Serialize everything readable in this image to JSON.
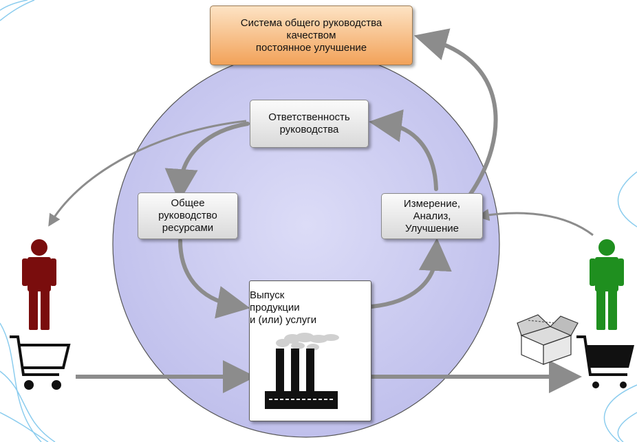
{
  "diagram": {
    "top_box": {
      "line1": "Система общего руководства",
      "line2": "качеством",
      "line3": "постоянное улучшение"
    },
    "responsibility_box": {
      "line1": "Ответственность",
      "line2": "руководства"
    },
    "resources_box": {
      "line1": "Общее",
      "line2": "руководство",
      "line3": "ресурсами"
    },
    "measurement_box": {
      "line1": "Измерение,",
      "line2": "Анализ,",
      "line3": "Улучшение"
    },
    "product_box": {
      "line1": "Выпуск",
      "line2": "продукции",
      "line3": "и (или) услуги"
    },
    "colors": {
      "circle_fill": "#c9c9f0",
      "arrow": "#8c8c8c",
      "left_person": "#7a0d0d",
      "right_person": "#1f8f1f",
      "top_box": "#f5b06a"
    },
    "icons": [
      "person-icon",
      "shopping-cart-icon",
      "factory-icon",
      "box-icon"
    ]
  }
}
